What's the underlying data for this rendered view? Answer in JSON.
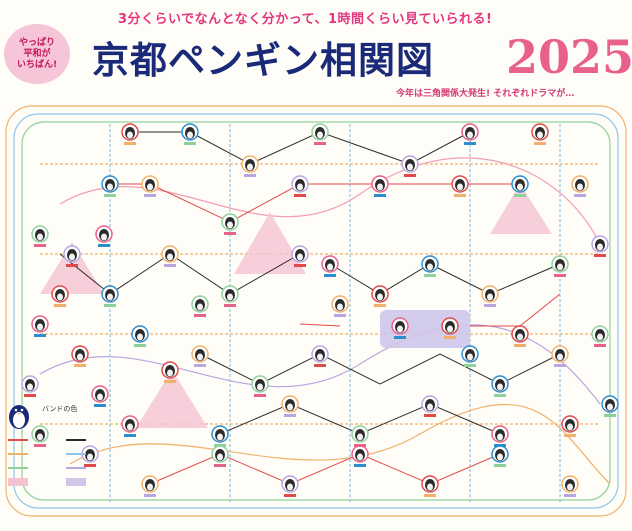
{
  "header": {
    "tagline": "3分くらいでなんとなく分かって、1時間くらい見ていられる!",
    "bubble": "やっぱり\n平和が\nいちばん!",
    "title": "京都ペンギン相関図",
    "year": "2025",
    "subtitle": "今年は三角関係大発生! それぞれドラマが…"
  },
  "colors": {
    "title": "#1b2a78",
    "pink": "#e8608c",
    "love_line": "#e04a4a",
    "family_line": "#2a2a2a",
    "group_pink": "#f4c3d3",
    "group_purple": "#cfc6ea",
    "track_orange": "#f1b16a",
    "track_blue": "#8fc6e8",
    "track_green": "#8fd19a"
  },
  "legend": {
    "band_title": "バンドの色",
    "icon": "penguin-icon"
  },
  "diagram": {
    "node_count_visible": 64,
    "nodes": [
      "penguin-node"
    ],
    "relations": [
      "love",
      "family",
      "rival",
      "friend"
    ]
  }
}
